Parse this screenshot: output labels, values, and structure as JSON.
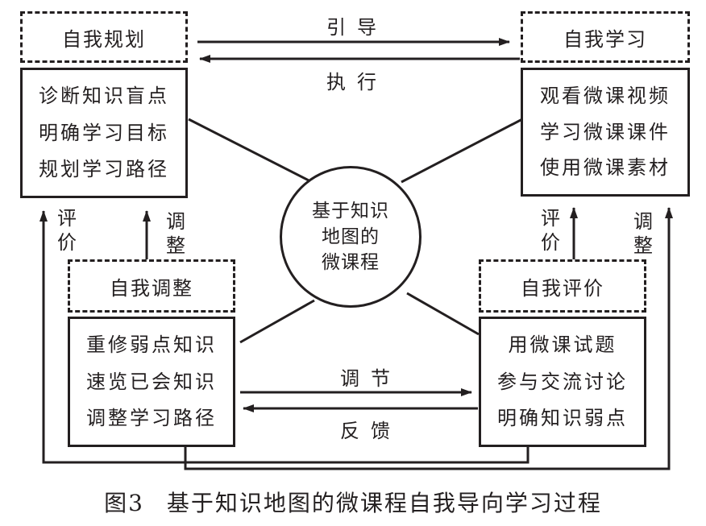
{
  "top_left": {
    "header": "自我规划",
    "items": [
      "诊断知识盲点",
      "明确学习目标",
      "规划学习路径"
    ]
  },
  "top_right": {
    "header": "自我学习",
    "items": [
      "观看微课视频",
      "学习微课课件",
      "使用微课素材"
    ]
  },
  "bottom_left": {
    "header": "自我调整",
    "items": [
      "重修弱点知识",
      "速览已会知识",
      "调整学习路径"
    ]
  },
  "bottom_right": {
    "header": "自我评价",
    "items": [
      "用微课试题",
      "参与交流讨论",
      "明确知识弱点"
    ]
  },
  "center": {
    "lines": [
      "基于知识",
      "地图的",
      "微课程"
    ]
  },
  "arrows": {
    "guide": "引导",
    "execute": "执行",
    "adjust": "调节",
    "feedback": "反馈",
    "left_evaluate": [
      "评",
      "价"
    ],
    "left_adjust": [
      "调",
      "整"
    ],
    "right_evaluate": [
      "评",
      "价"
    ],
    "right_adjust": [
      "调",
      "整"
    ]
  },
  "caption": {
    "figure": "图3",
    "title": "基于知识地图的微课程自我导向学习过程"
  }
}
